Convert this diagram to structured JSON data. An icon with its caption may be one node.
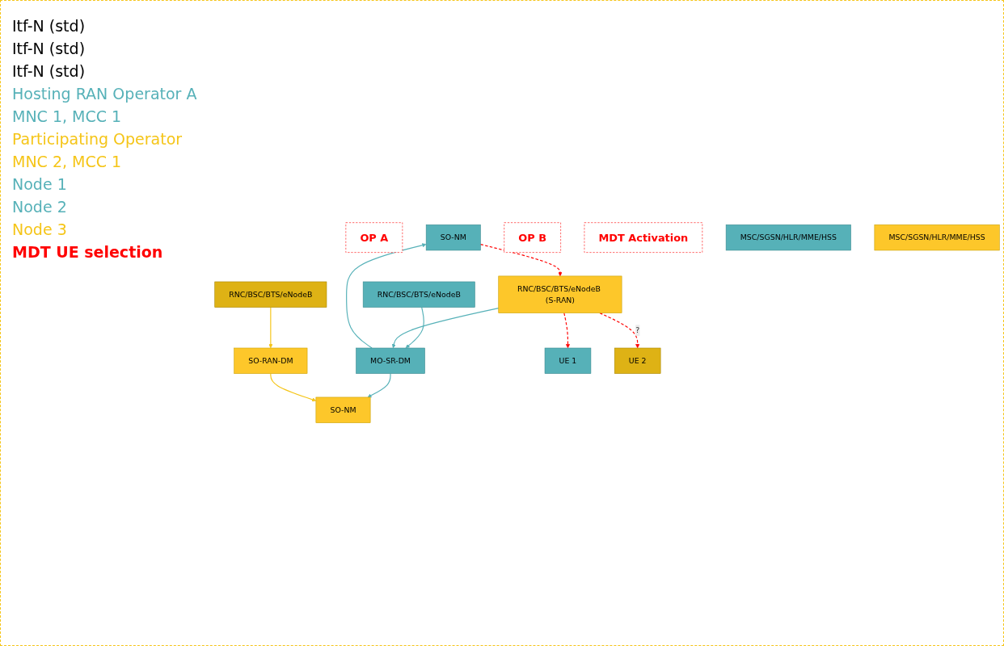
{
  "diagram": {
    "nodes": [
      {
        "text": [
          "OP A"
        ]
      },
      {
        "text": [
          "SO-NM"
        ]
      },
      {
        "text": [
          "OP B"
        ]
      },
      {
        "text": [
          "SO-NM"
        ]
      },
      {
        "text": [
          "MDT Activation"
        ]
      },
      {
        "text": [
          "MO-SR-DM"
        ]
      },
      {
        "text": [
          "SO-RAN-DM"
        ]
      },
      {
        "text": [
          "MSC/SGSN/HLR/MME/HSS"
        ]
      },
      {
        "text": [
          "MSC/SGSN/HLR/MME/HSS"
        ]
      },
      {
        "text": [
          "RNC/BSC/BTS/eNodeB"
        ]
      },
      {
        "text": [
          "RNC/BSC/BTS/eNodeB (S-RAN)"
        ]
      },
      {
        "text": [
          "RNC/BSC/BTS/eNodeB"
        ]
      },
      {
        "text": [
          "UE 1"
        ]
      },
      {
        "text": [
          "UE 2"
        ]
      }
    ],
    "edges": [
      {
        "from": 5,
        "to": 1,
        "arrow": "to"
      },
      {
        "from": 5,
        "to": 3,
        "arrow": "to"
      },
      {
        "from": 6,
        "to": 3,
        "arrow": "to",
        "color": "#f5c518"
      },
      {
        "from": 9,
        "to": 5,
        "arrow": "to"
      },
      {
        "from": 10,
        "to": 5,
        "arrow": "to"
      },
      {
        "from": 11,
        "to": 6,
        "arrow": "to",
        "color": "#f5c518"
      },
      {
        "from": 1,
        "to": 10,
        "arrow": "to",
        "style": "dashed",
        "color": "#ff0000"
      },
      {
        "from": 10,
        "to": 12,
        "arrow": "to",
        "style": "dashed",
        "color": "#ff0000"
      },
      {
        "from": 10,
        "to": 13,
        "arrow": "to",
        "style": "dashed",
        "color": "#ff0000",
        "label": "?"
      }
    ],
    "labels": [
      "Itf-N (std)",
      "Itf-N (std)",
      "Itf-N (std)",
      "Hosting RAN Operator A",
      "MNC 1, MCC 1",
      "Participating Operator",
      "MNC 2, MCC 1",
      "Node 1",
      "Node 2",
      "Node 3",
      "MDT UE selection"
    ]
  }
}
